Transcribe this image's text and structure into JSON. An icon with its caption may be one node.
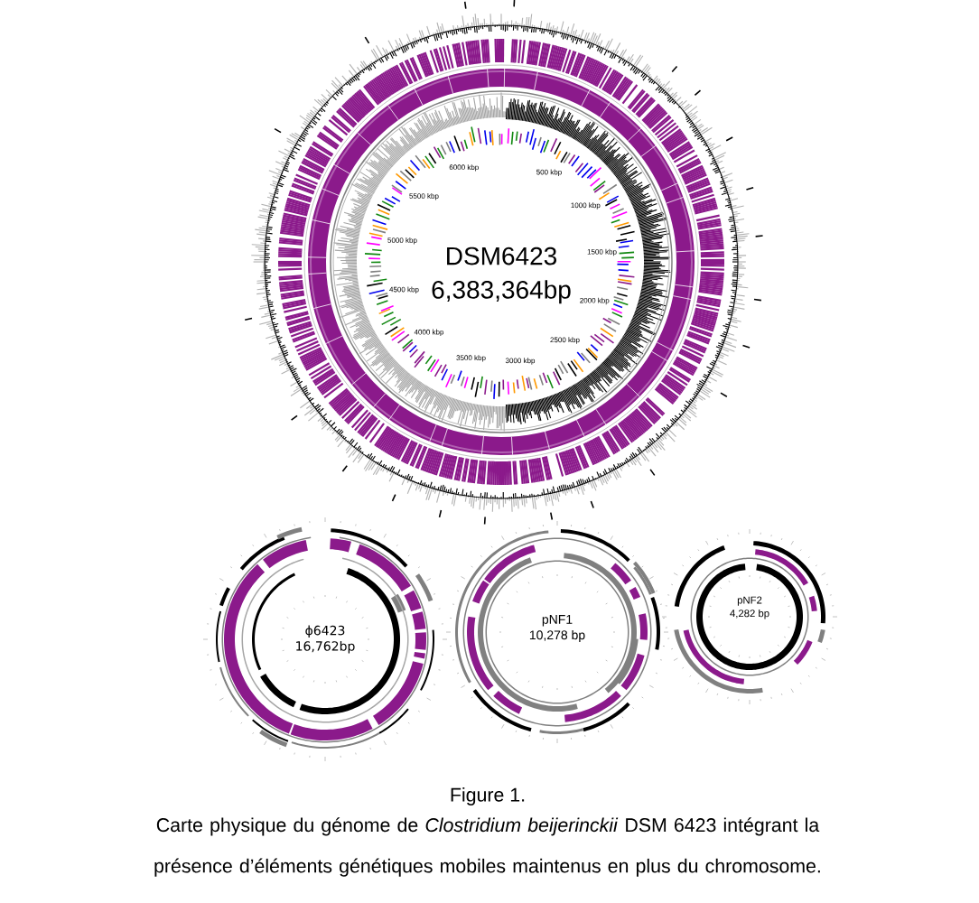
{
  "diagram": {
    "caption": "Carte physique du génome de *Clostridium beijerinckii* DSM 6423 intégrant la présence d’éléments génétiques mobiles maintenus en plus du chromosome.",
    "nodes": [
      {
        "text": [
          "DSM6423",
          "6,383,364bp"
        ]
      },
      {
        "text": [
          "ϕ6423",
          "16,762bp"
        ]
      },
      {
        "text": [
          "pNF1",
          "10,278 bp"
        ]
      },
      {
        "text": [
          "pNF2",
          "4,282 bp"
        ]
      }
    ],
    "labels": [
      "6000 kbp",
      "500 kbp",
      "5500 kbp",
      "1000 kbp",
      "5000 kbp",
      "1500 kbp",
      "4500 kbp",
      "2000 kbp",
      "4000 kbp",
      "2500 kbp",
      "3500 kbp",
      "3000 kbp",
      "Figure 1."
    ]
  }
}
